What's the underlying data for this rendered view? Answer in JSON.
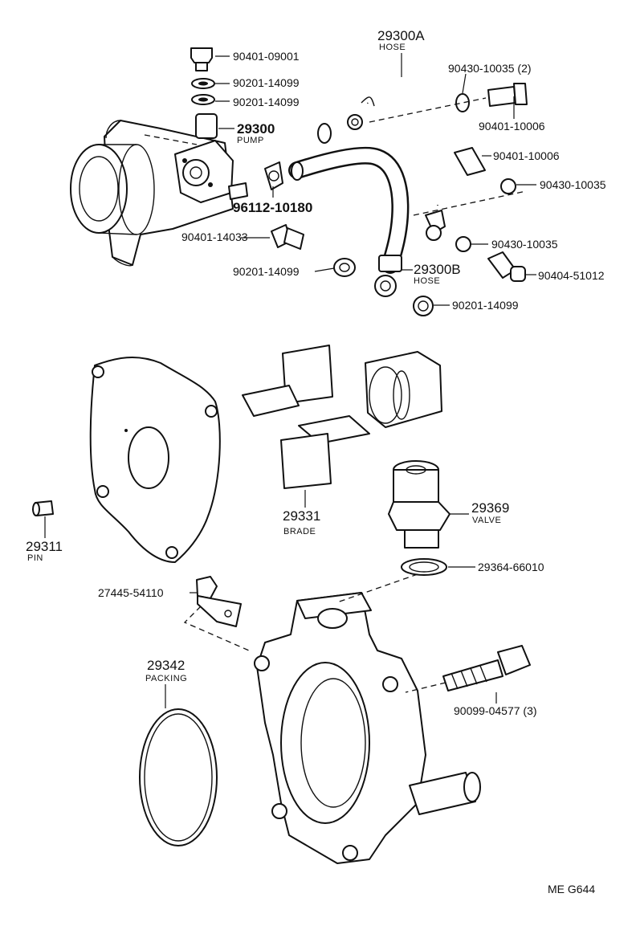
{
  "callouts": {
    "c90401_09001": "90401-09001",
    "c90201_14099_a": "90201-14099",
    "c90201_14099_b": "90201-14099",
    "c29300": "29300",
    "c29300_sub": "PUMP",
    "c29300A": "29300A",
    "c29300A_sub": "HOSE",
    "c90430_10035_2": "90430-10035 (2)",
    "c90401_10006_a": "90401-10006",
    "c90401_10006_b": "90401-10006",
    "c90430_10035_a": "90430-10035",
    "c96112_10180": "96112-10180",
    "c90401_14033": "90401-14033",
    "c90430_10035_b": "90430-10035",
    "c29300B": "29300B",
    "c29300B_sub": "HOSE",
    "c90201_14099_c": "90201-14099",
    "c90404_51012": "90404-51012",
    "c90201_14099_d": "90201-14099",
    "c29331": "29331",
    "c29331_sub": "BRADE",
    "c29369": "29369",
    "c29369_sub": "VALVE",
    "c29311": "29311",
    "c29311_sub": "PIN",
    "c29364_66010": "29364-66010",
    "c27445_54110": "27445-54110",
    "c29342": "29342",
    "c29342_sub": "PACKING",
    "c90099_04577": "90099-04577 (3)"
  },
  "diagram_code": "ME G644"
}
